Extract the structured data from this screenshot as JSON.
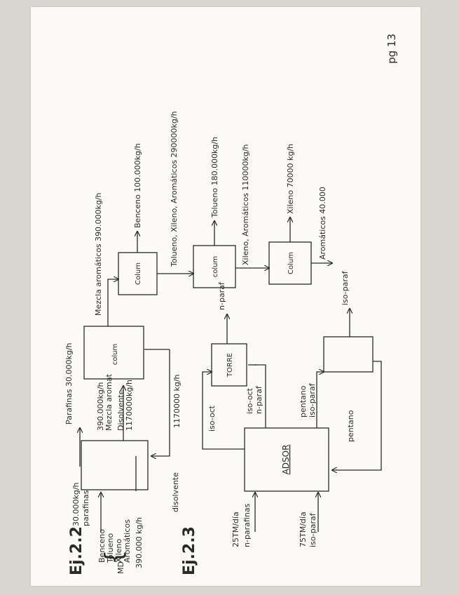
{
  "page_number": "pg 13",
  "ej22": {
    "title": "Ej.2.2",
    "feed": {
      "parafinas_flow": "30.000kg/h",
      "parafinas_label": "parafinas",
      "md_label": "MD",
      "components": [
        "Benceno",
        "Tolueno",
        "Xileno",
        "Aromáticos"
      ],
      "md_flow": "390.000 kg/h"
    },
    "box1_out_parafinas": "Parafinas 30.000kg/h",
    "mezcla_flow": "390.000kg/h",
    "mezcla_label": "Mezcla aromat",
    "disolvente_label": "Disolvente",
    "disolvente_flow": "1170000kg/h",
    "disolvente_bottom": "disolvente",
    "recycle_flow": "1170000 kg/h",
    "box2_label": "colum",
    "mezcla_out": "Mezcla aromáticos 390.000kg/h",
    "col1_label": "Colum",
    "col1_top": "Benceno 100.000kg/h",
    "col1_bottom": "Tolueno, Xileno, Aromáticos 290000kg/h",
    "col2_label": "colum",
    "col2_top": "Tolueno 180.000kg/h",
    "col2_bottom": "Xileno, Aromáticos 110000kg/h",
    "col3_label": "Colum",
    "col3_top": "Xileno 70000 kg/h",
    "col3_bottom": "Aromáticos 40.000"
  },
  "ej23": {
    "title": "Ej.2.3",
    "feed1_flow": "25TM/día",
    "feed1_label": "n-parafinas",
    "feed2_flow": "75TM/día",
    "feed2_label": "iso-paraf",
    "adsor_label": "ADSOR",
    "iso_oct": "iso-oct",
    "iso_oct2": "iso-oct",
    "n_paraf": "n-paraf",
    "torre_label": "TORRE",
    "torre_out": "n-paraf",
    "pentano": "pentano",
    "iso_paraf": "iso-paraf",
    "pentano_recycle": "pentano",
    "top_out": "iso-paraf"
  }
}
